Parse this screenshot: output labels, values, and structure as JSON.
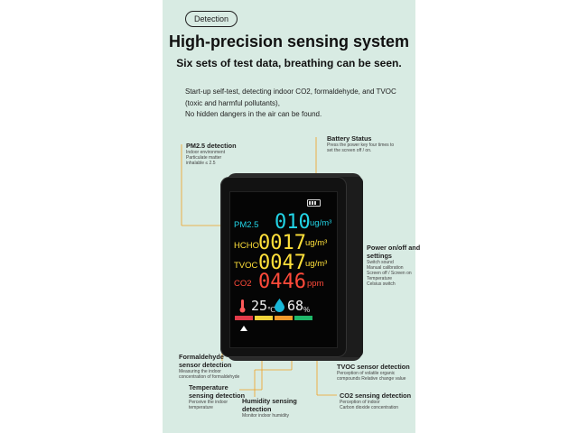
{
  "tag": "Detection",
  "title": "High-precision sensing system",
  "subtitle": "Six sets of test data, breathing can be seen.",
  "description": [
    "Start-up self-test, detecting indoor CO2, formaldehyde, and TVOC",
    "(toxic and harmful pollutants),",
    "No hidden dangers in the air can be found."
  ],
  "annotations": {
    "pm25": {
      "title": "PM2.5 detection",
      "lines": [
        "Indoor environment",
        "Particulate matter",
        "inhalable ≤ 2.5"
      ]
    },
    "battery": {
      "title": "Battery Status",
      "lines": [
        "Press the power key four times to",
        "set the screen off / on."
      ]
    },
    "power": {
      "title": [
        "Power on/off and",
        "settings"
      ],
      "lines": [
        "Switch sound",
        "Manual calibration",
        "Screen off / Screen on",
        "Temperature",
        "Celsius switch"
      ]
    },
    "formaldehyde": {
      "title": [
        "Formaldehyde",
        "sensor detection"
      ],
      "lines": [
        "Measuring the indoor",
        "concentration of formaldehyde"
      ]
    },
    "temperature": {
      "title": [
        "Temperature",
        "sensing detection"
      ],
      "lines": [
        "Perceive the indoor",
        "temperature"
      ]
    },
    "humidity": {
      "title": [
        "Humidity sensing",
        "detection"
      ],
      "lines": [
        "Monitor indoor humidity"
      ]
    },
    "tvoc": {
      "title": "TVOC sensor detection",
      "lines": [
        "Perception of volatile organic",
        "compounds Relative change value"
      ]
    },
    "co2": {
      "title": "CO2 sensing detection",
      "lines": [
        "Perception of indoor",
        "Carbon dioxide concentration"
      ]
    }
  },
  "display": {
    "pm25": {
      "label": "PM2.5",
      "value": "010",
      "unit": "ug/m³"
    },
    "hcho": {
      "label": "HCHO",
      "value": "0017",
      "unit": "ug/m³"
    },
    "tvoc": {
      "label": "TVOC",
      "value": "0047",
      "unit": "ug/m³"
    },
    "co2": {
      "label": "CO2",
      "value": "0446",
      "unit": "ppm"
    },
    "temp": {
      "value": "25",
      "unit": "℃"
    },
    "humidity": {
      "value": "68",
      "unit": "%"
    },
    "bar_colors": [
      "#e23b4a",
      "#f1d33a",
      "#f29a2c",
      "#1fb86a"
    ]
  },
  "icons": [
    "battery-icon",
    "thermometer-icon",
    "water-drop-icon",
    "triangle-pointer-icon"
  ],
  "colors": {
    "panel": "#d8ebe3",
    "pm25": "#22d4e6",
    "hcho": "#ffe03a",
    "tvoc": "#ffe03a",
    "co2": "#ff4a3a"
  }
}
